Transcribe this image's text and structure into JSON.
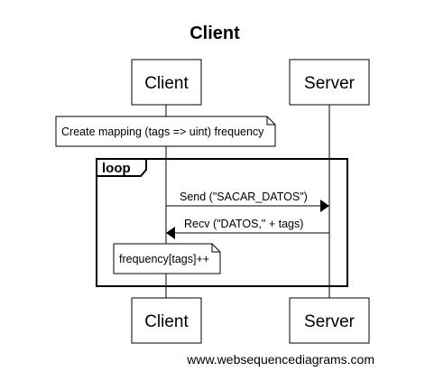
{
  "diagram": {
    "title": "Client",
    "participants": {
      "client": "Client",
      "server": "Server"
    },
    "notes": {
      "create_mapping": "Create mapping (tags => uint) frequency",
      "frequency": "frequency[tags]++"
    },
    "loop": {
      "label": "loop"
    },
    "messages": {
      "send": "Send (\"SACAR_DATOS\")",
      "recv": "Recv (\"DATOS,\" + tags)"
    },
    "watermark": "www.websequencediagrams.com"
  }
}
